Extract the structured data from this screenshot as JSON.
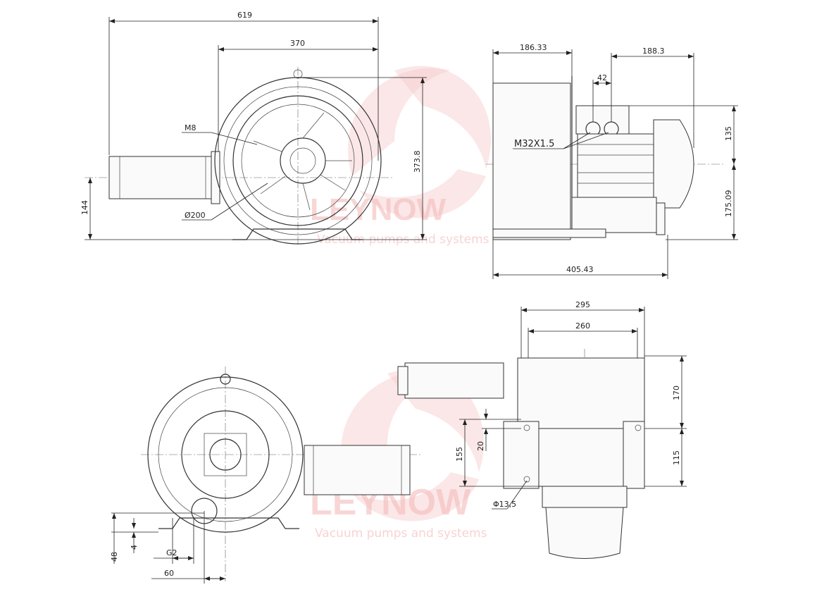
{
  "watermark": {
    "brand": "LEYNOW",
    "tagline": "Vacuum pumps and systems",
    "brand_color": "#f4b6b6"
  },
  "front_view": {
    "dim_overall_width": "619",
    "dim_housing_width": "370",
    "dim_height": "373.8",
    "dim_motor_axis_height": "144",
    "thread_label": "M8",
    "bore_label": "Ø200"
  },
  "side_view": {
    "dim_housing_depth": "186.33",
    "dim_motor_depth": "188.3",
    "dim_gland_spacing": "42",
    "dim_upper_height": "135",
    "dim_lower_height": "175.09",
    "dim_overall_depth": "405.43",
    "cable_gland_label": "M32X1.5"
  },
  "rear_view": {
    "dim_foot_height": "48",
    "dim_foot_thickness": "4",
    "port_label": "G2",
    "dim_port_offset": "60"
  },
  "top_view": {
    "dim_foot_outer": "295",
    "dim_foot_inner": "260",
    "dim_upper": "170",
    "dim_lower": "115",
    "dim_slot_length": "155",
    "dim_slot_offset": "20",
    "hole_label": "Φ13,5"
  }
}
